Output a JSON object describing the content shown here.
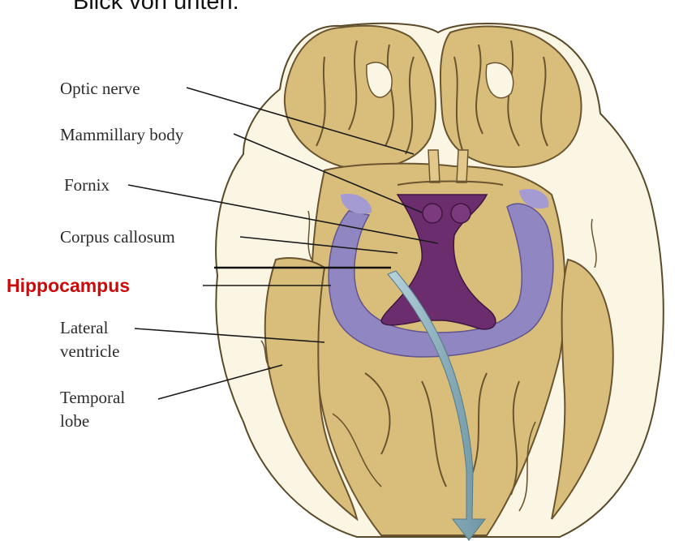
{
  "title": "Blick von unten:",
  "labels": {
    "optic_nerve": "Optic nerve",
    "mammillary_body": "Mammillary body",
    "fornix": "Fornix",
    "corpus_callosum": "Corpus callosum",
    "hippocampus": "Hippocampus",
    "lateral_ventricle_1": "Lateral",
    "lateral_ventricle_2": "ventricle",
    "temporal_lobe_1": "Temporal",
    "temporal_lobe_2": "lobe"
  },
  "colors": {
    "brain_tan": "#d9bd7a",
    "white_matter": "#fbf6e4",
    "ventricle_purple": "#8d84c6",
    "fornix_purple": "#6b2d6e",
    "arrow_blue": "#8fb2be",
    "highlight": "#cc0a0a"
  }
}
